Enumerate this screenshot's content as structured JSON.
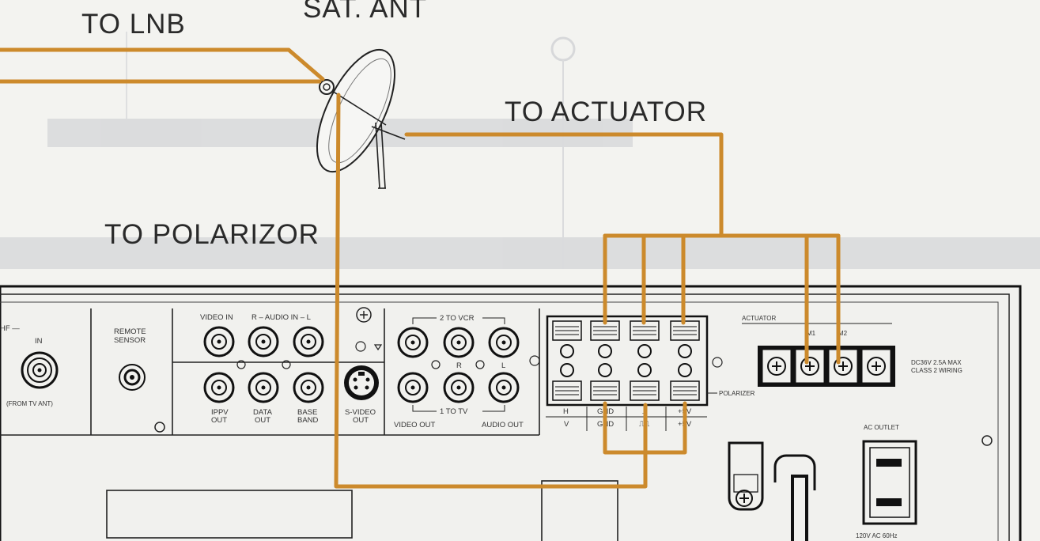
{
  "labels": {
    "to_lnb": "TO LNB",
    "sat_ant": "SAT. ANT",
    "to_actuator": "TO ACTUATOR",
    "to_polarizor": "TO POLARIZOR"
  },
  "panel": {
    "uhf": "HF —",
    "in": "IN",
    "from_tv_ant": "(FROM TV ANT)",
    "remote_1": "REMOTE",
    "remote_2": "SENSOR",
    "video_in": "VIDEO IN",
    "audio_in": "R – AUDIO IN – L",
    "ippv_1": "IPPV",
    "ippv_2": "OUT",
    "data_1": "DATA",
    "data_2": "OUT",
    "base_1": "BASE",
    "base_2": "BAND",
    "svideo_1": "S-VIDEO",
    "svideo_2": "OUT",
    "to_vcr": "2 TO VCR",
    "to_tv": "1 TO TV",
    "r": "R",
    "l": "L",
    "video_out": "VIDEO OUT",
    "audio_out": "AUDIO OUT",
    "h": "H",
    "v": "V",
    "gnd": "GND",
    "plus5v": "+5V",
    "polarizer": "POLARIZER",
    "actuator": "ACTUATOR",
    "m1": "M1",
    "m2": "M2",
    "dc_1": "DC36V 2.5A MAX",
    "dc_2": "CLASS 2 WIRING",
    "ac_outlet": "AC OUTLET",
    "ac_rating": "120V AC 60Hz"
  },
  "colors": {
    "wire": "#cc8a2c",
    "ink": "#222222",
    "paper": "#f3f3f0"
  }
}
